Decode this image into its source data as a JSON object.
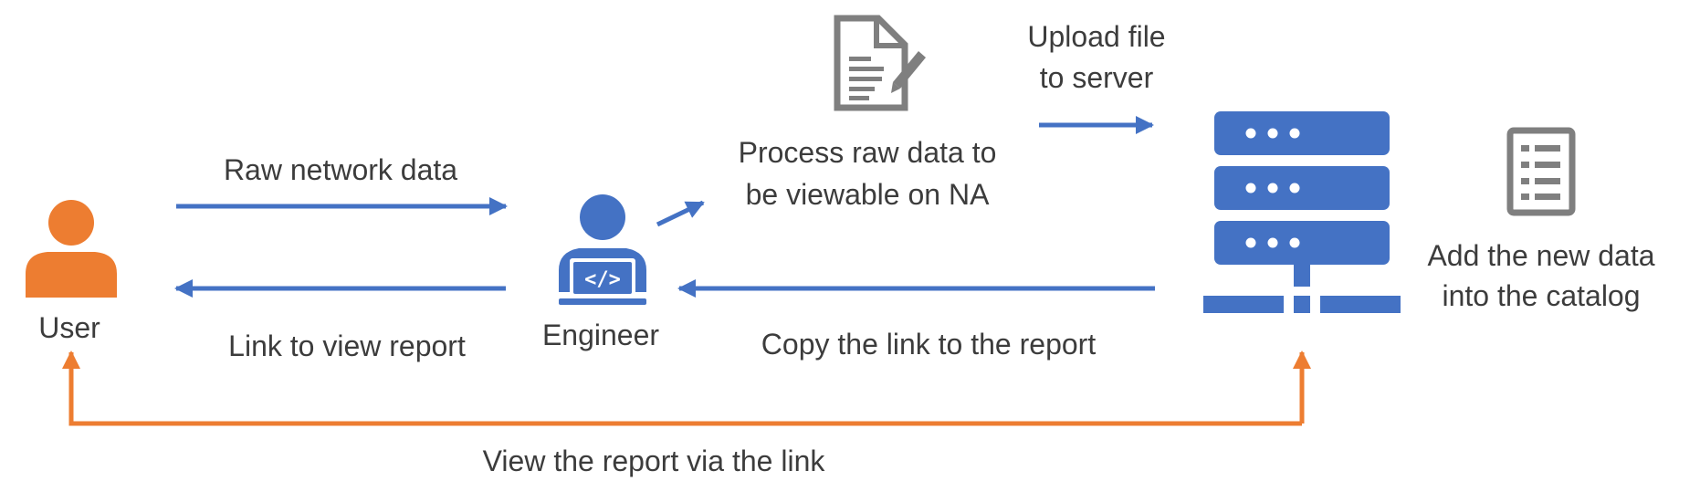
{
  "actors": {
    "user": "User",
    "engineer": "Engineer"
  },
  "labels": {
    "raw_data": "Raw network data",
    "link_to_view": "Link to view report",
    "process_line1": "Process raw data to",
    "process_line2": "be viewable on NA",
    "upload_line1": "Upload file",
    "upload_line2": "to server",
    "copy_link": "Copy the link to the report",
    "catalog_line1": "Add the new data",
    "catalog_line2": "into the catalog",
    "view_report": "View the report via the link"
  },
  "icons": {
    "user": "person-icon",
    "engineer": "developer-laptop-icon",
    "document": "document-edit-icon",
    "server": "server-rack-icon",
    "catalog": "list-document-icon"
  },
  "colors": {
    "blue": "#4472C4",
    "orange": "#ED7D31",
    "gray": "#7F7F7F",
    "text": "#3C3C3C"
  }
}
